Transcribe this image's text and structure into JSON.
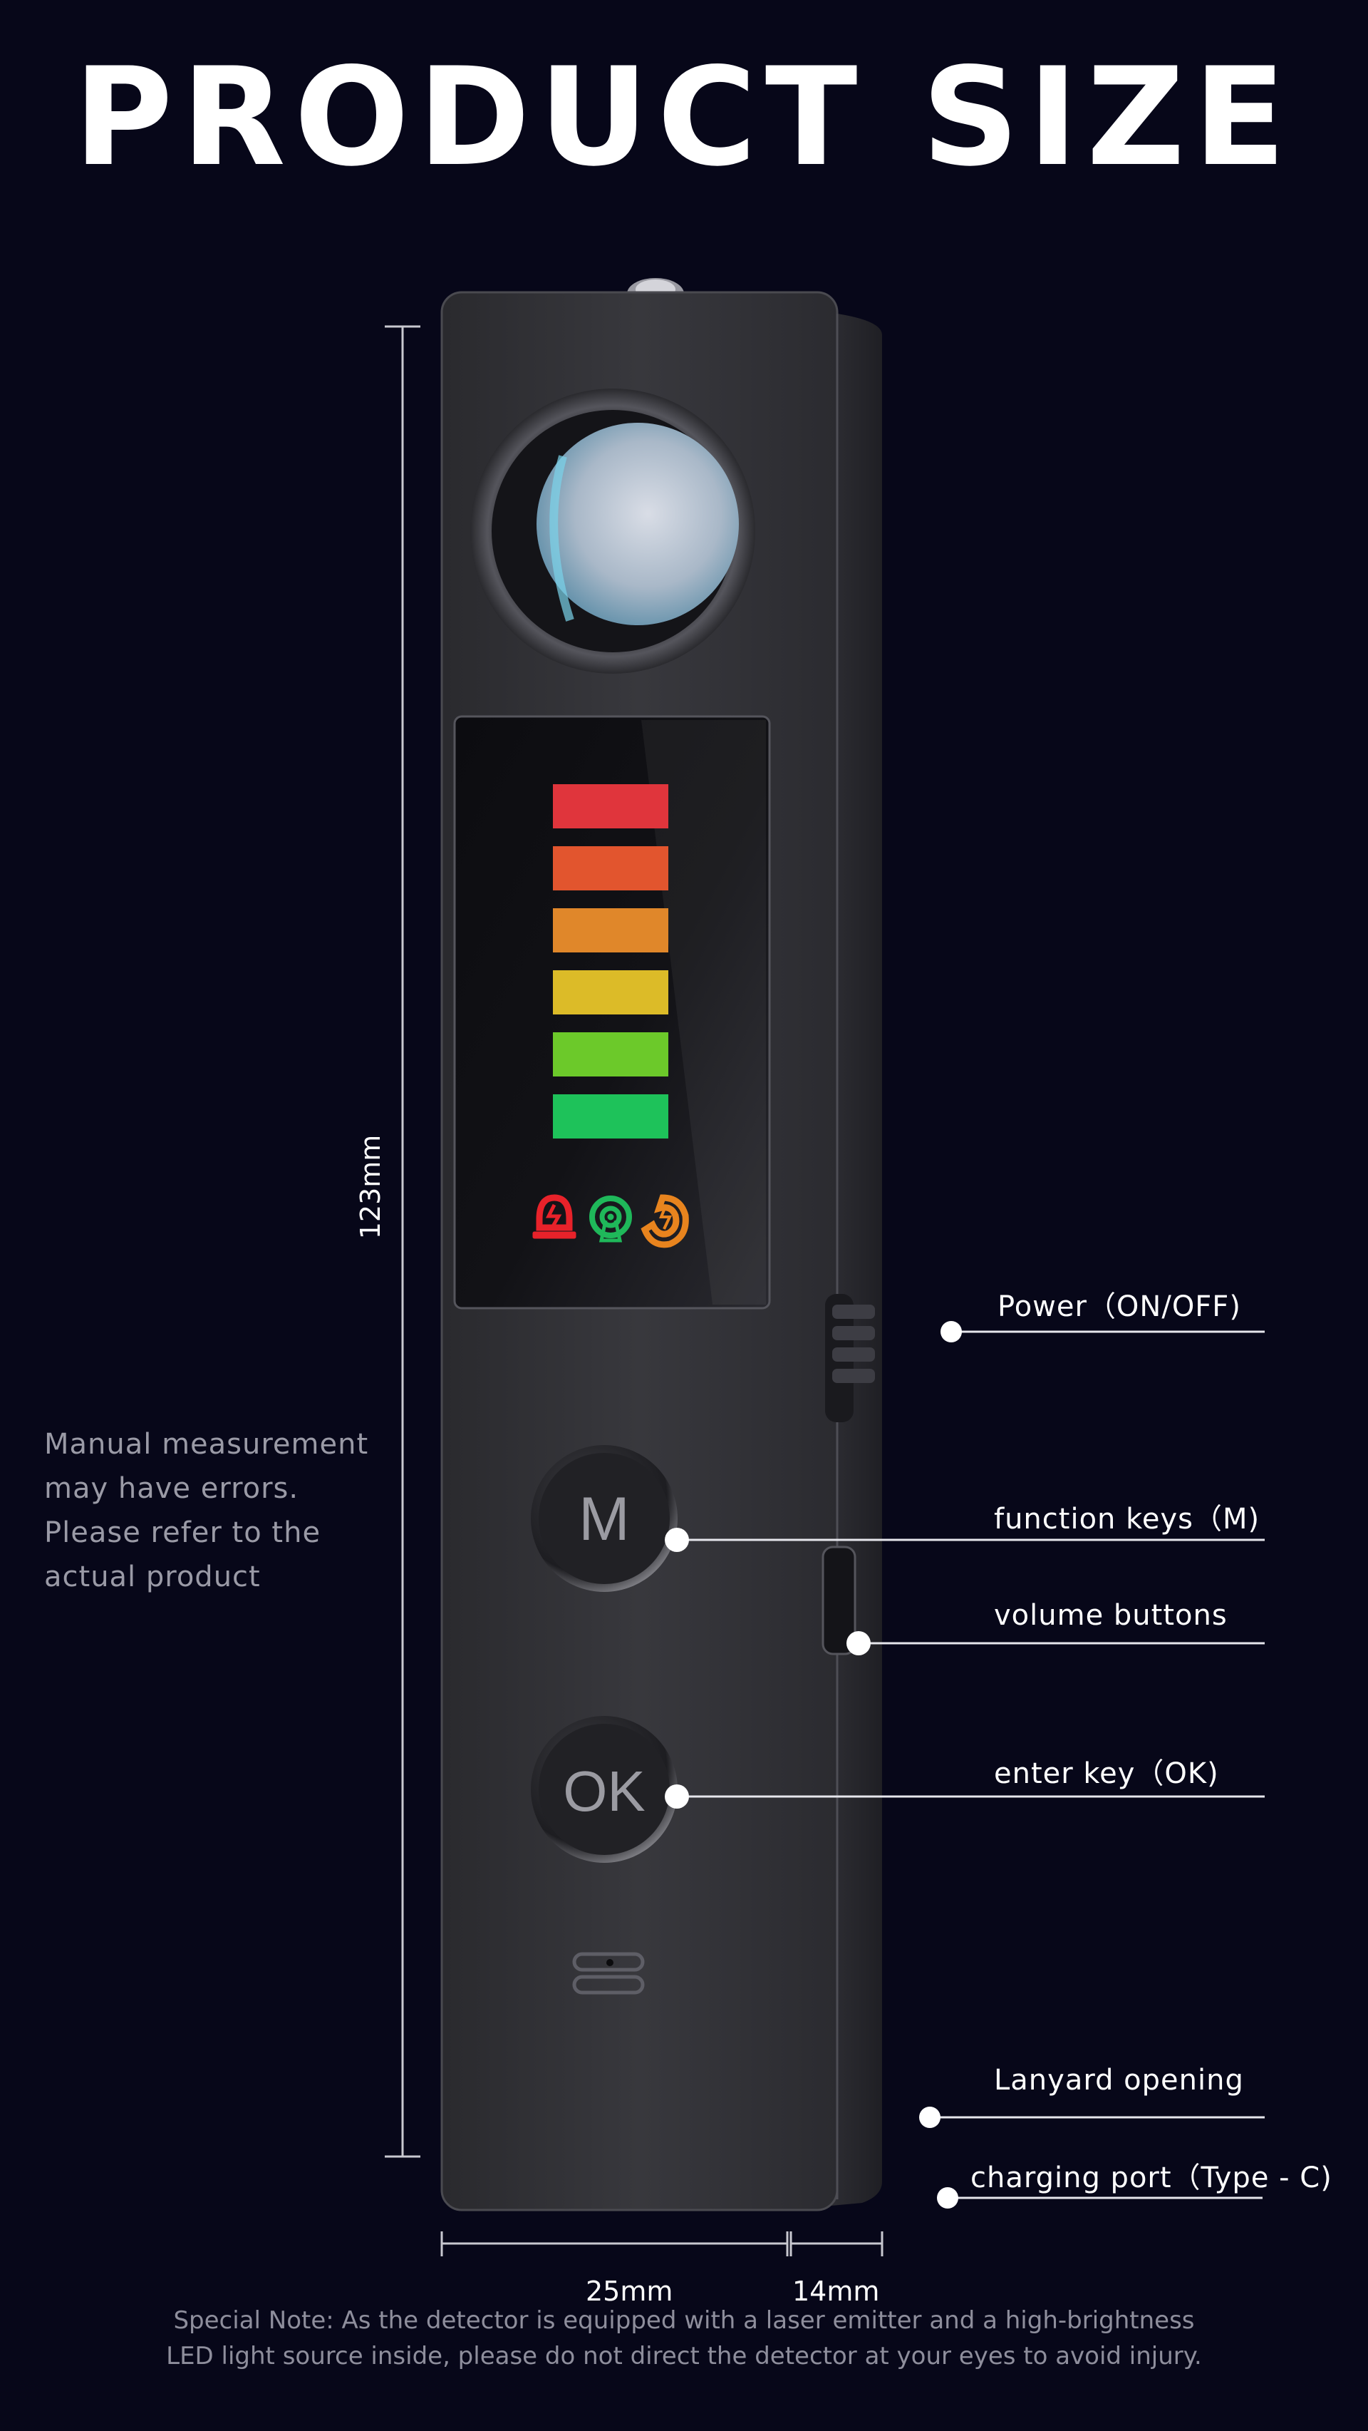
{
  "title": "PRODUCT SIZE",
  "dimensions": {
    "height": "123mm",
    "width": "25mm",
    "depth": "14mm"
  },
  "manual_note": [
    "Manual measurement",
    "may have errors.",
    "Please refer to the",
    "actual product"
  ],
  "callouts": {
    "power": "Power（ON/OFF)",
    "function_keys": "function keys（M)",
    "volume_buttons": "volume buttons",
    "enter_key": "enter key（OK)",
    "lanyard": "Lanyard opening",
    "charging_port": "charging port（Type - C)"
  },
  "device": {
    "button_m": "M",
    "button_ok": "OK",
    "level_bar_colors": [
      "#e0353c",
      "#e2552e",
      "#e0872a",
      "#dcbb28",
      "#6cc92a",
      "#1ec25a"
    ],
    "status_icons": [
      "alarm-icon",
      "signal-icon",
      "magnet-icon"
    ],
    "status_icon_colors": [
      "#e8222a",
      "#1fb85a",
      "#e8841e"
    ]
  },
  "special_note": [
    "Special Note: As the detector is equipped with a laser emitter and a high-brightness",
    "LED light source inside, please do not direct the detector at your eyes to avoid injury."
  ]
}
